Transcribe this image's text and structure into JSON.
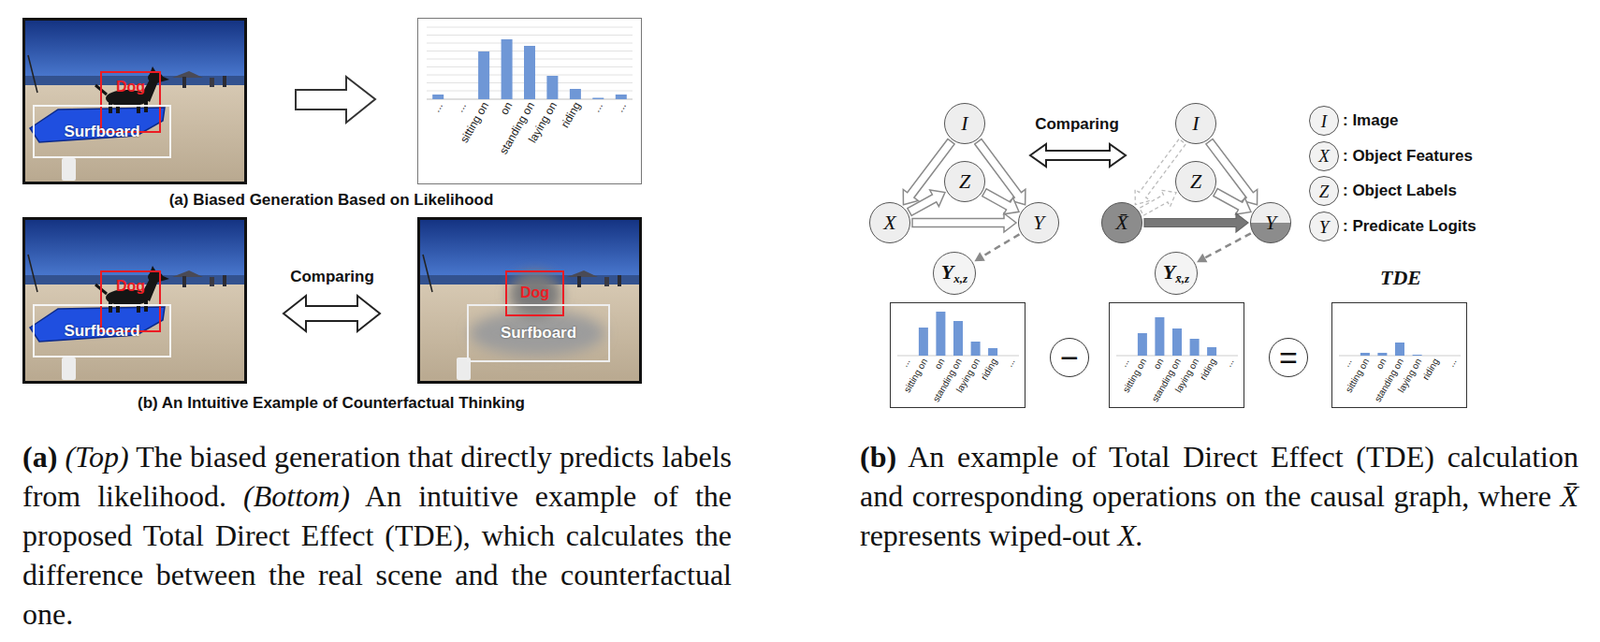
{
  "diagram": {
    "nodes": [
      {
        "text": [
          "Dog"
        ]
      },
      {
        "text": [
          "Surfboard"
        ]
      },
      {
        "text": [
          "...",
          "...",
          "sitting on",
          "on",
          "standing on",
          "laying on",
          "riding",
          "...",
          "..."
        ]
      },
      {
        "text": [
          "Dog"
        ]
      },
      {
        "text": [
          "Surfboard"
        ]
      },
      {
        "text": [
          "Dog"
        ]
      },
      {
        "text": [
          "Surfboard"
        ]
      },
      {
        "text": [
          "I"
        ]
      },
      {
        "text": [
          "Z"
        ]
      },
      {
        "text": [
          "X"
        ]
      },
      {
        "text": [
          "Y"
        ]
      },
      {
        "text": [
          "I"
        ]
      },
      {
        "text": [
          "Z"
        ]
      },
      {
        "text": [
          "X̄"
        ]
      },
      {
        "text": [
          "Y"
        ]
      },
      {
        "text": [
          "Y",
          "x,z"
        ]
      },
      {
        "text": [
          "Y",
          "x̄,z"
        ]
      },
      {
        "text": [
          "...",
          "sitting on",
          "on",
          "standing on",
          "laying on",
          "riding",
          "..."
        ]
      },
      {
        "text": [
          "−"
        ]
      },
      {
        "text": [
          "...",
          "sitting on",
          "on",
          "standing on",
          "laying on",
          "riding",
          "..."
        ]
      },
      {
        "text": [
          "="
        ]
      },
      {
        "text": [
          "...",
          "sitting on",
          "on",
          "standing on",
          "laying on",
          "riding",
          "..."
        ]
      }
    ],
    "edges": [
      {
        "from": 7,
        "to": 9,
        "arrow": "to"
      },
      {
        "from": 7,
        "to": 10,
        "arrow": "to"
      },
      {
        "from": 9,
        "to": 8,
        "arrow": "to"
      },
      {
        "from": 8,
        "to": 10,
        "arrow": "to"
      },
      {
        "from": 9,
        "to": 10,
        "arrow": "to"
      },
      {
        "from": 11,
        "to": 13,
        "arrow": "to"
      },
      {
        "from": 11,
        "to": 14,
        "arrow": "to"
      },
      {
        "from": 13,
        "to": 12,
        "arrow": "to"
      },
      {
        "from": 12,
        "to": 14,
        "arrow": "to"
      },
      {
        "from": 13,
        "to": 14,
        "arrow": "to"
      },
      {
        "from": 10,
        "to": 15,
        "arrow": "to"
      },
      {
        "from": 14,
        "to": 16,
        "arrow": "to"
      }
    ],
    "labels": [
      "(a) Biased Generation Based on Likelihood",
      "Comparing",
      "(b) An Intuitive Example of Counterfactual Thinking",
      "(a)",
      "(Top)",
      "The biased generation that directly predicts labels from likelihood.",
      "(Bottom)",
      "An intuitive example of the proposed Total Direct Effect (TDE), which calculates the difference between the real scene and the counterfactual one.",
      "Comparing",
      "I",
      "X",
      "Z",
      "Y",
      "TDE",
      "(b)",
      "An example of Total Direct Effect (TDE) calculation and corresponding operations on the causal graph, where",
      "X̄",
      "represents wiped-out",
      "X."
    ],
    "legend": [
      {
        "text": ": Image"
      },
      {
        "text": ": Object Features"
      },
      {
        "text": ": Object Labels"
      },
      {
        "text": ": Predicate Logits"
      }
    ]
  }
}
